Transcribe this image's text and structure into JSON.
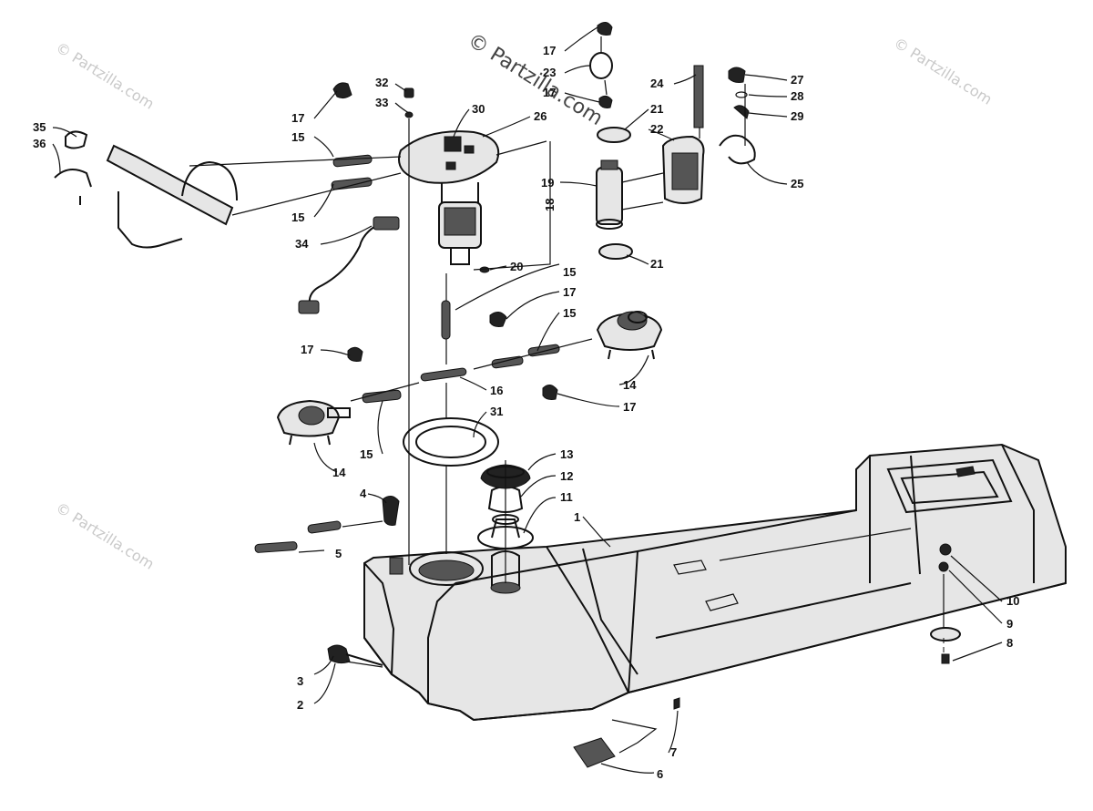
{
  "watermarks": {
    "center": "© Partzilla.com",
    "corner": "© Partzilla.com"
  },
  "callouts": [
    {
      "id": "c1",
      "text": "1"
    },
    {
      "id": "c2",
      "text": "2"
    },
    {
      "id": "c3",
      "text": "3"
    },
    {
      "id": "c4",
      "text": "4"
    },
    {
      "id": "c5",
      "text": "5"
    },
    {
      "id": "c6",
      "text": "6"
    },
    {
      "id": "c7",
      "text": "7"
    },
    {
      "id": "c8",
      "text": "8"
    },
    {
      "id": "c9",
      "text": "9"
    },
    {
      "id": "c10",
      "text": "10"
    },
    {
      "id": "c11",
      "text": "11"
    },
    {
      "id": "c12",
      "text": "12"
    },
    {
      "id": "c13",
      "text": "13"
    },
    {
      "id": "c14a",
      "text": "14"
    },
    {
      "id": "c14b",
      "text": "14"
    },
    {
      "id": "c15a",
      "text": "15"
    },
    {
      "id": "c15b",
      "text": "15"
    },
    {
      "id": "c15c",
      "text": "15"
    },
    {
      "id": "c15d",
      "text": "15"
    },
    {
      "id": "c15e",
      "text": "15"
    },
    {
      "id": "c16",
      "text": "16"
    },
    {
      "id": "c17a",
      "text": "17"
    },
    {
      "id": "c17b",
      "text": "17"
    },
    {
      "id": "c17c",
      "text": "17"
    },
    {
      "id": "c17d",
      "text": "17"
    },
    {
      "id": "c17e",
      "text": "17"
    },
    {
      "id": "c17f",
      "text": "17"
    },
    {
      "id": "c18",
      "text": "18"
    },
    {
      "id": "c19",
      "text": "19"
    },
    {
      "id": "c20",
      "text": "20"
    },
    {
      "id": "c21a",
      "text": "21"
    },
    {
      "id": "c21b",
      "text": "21"
    },
    {
      "id": "c22",
      "text": "22"
    },
    {
      "id": "c23",
      "text": "23"
    },
    {
      "id": "c24",
      "text": "24"
    },
    {
      "id": "c25",
      "text": "25"
    },
    {
      "id": "c26",
      "text": "26"
    },
    {
      "id": "c27",
      "text": "27"
    },
    {
      "id": "c28",
      "text": "28"
    },
    {
      "id": "c29",
      "text": "29"
    },
    {
      "id": "c30",
      "text": "30"
    },
    {
      "id": "c31",
      "text": "31"
    },
    {
      "id": "c32",
      "text": "32"
    },
    {
      "id": "c33",
      "text": "33"
    },
    {
      "id": "c34",
      "text": "34"
    },
    {
      "id": "c35",
      "text": "35"
    },
    {
      "id": "c36",
      "text": "36"
    }
  ]
}
